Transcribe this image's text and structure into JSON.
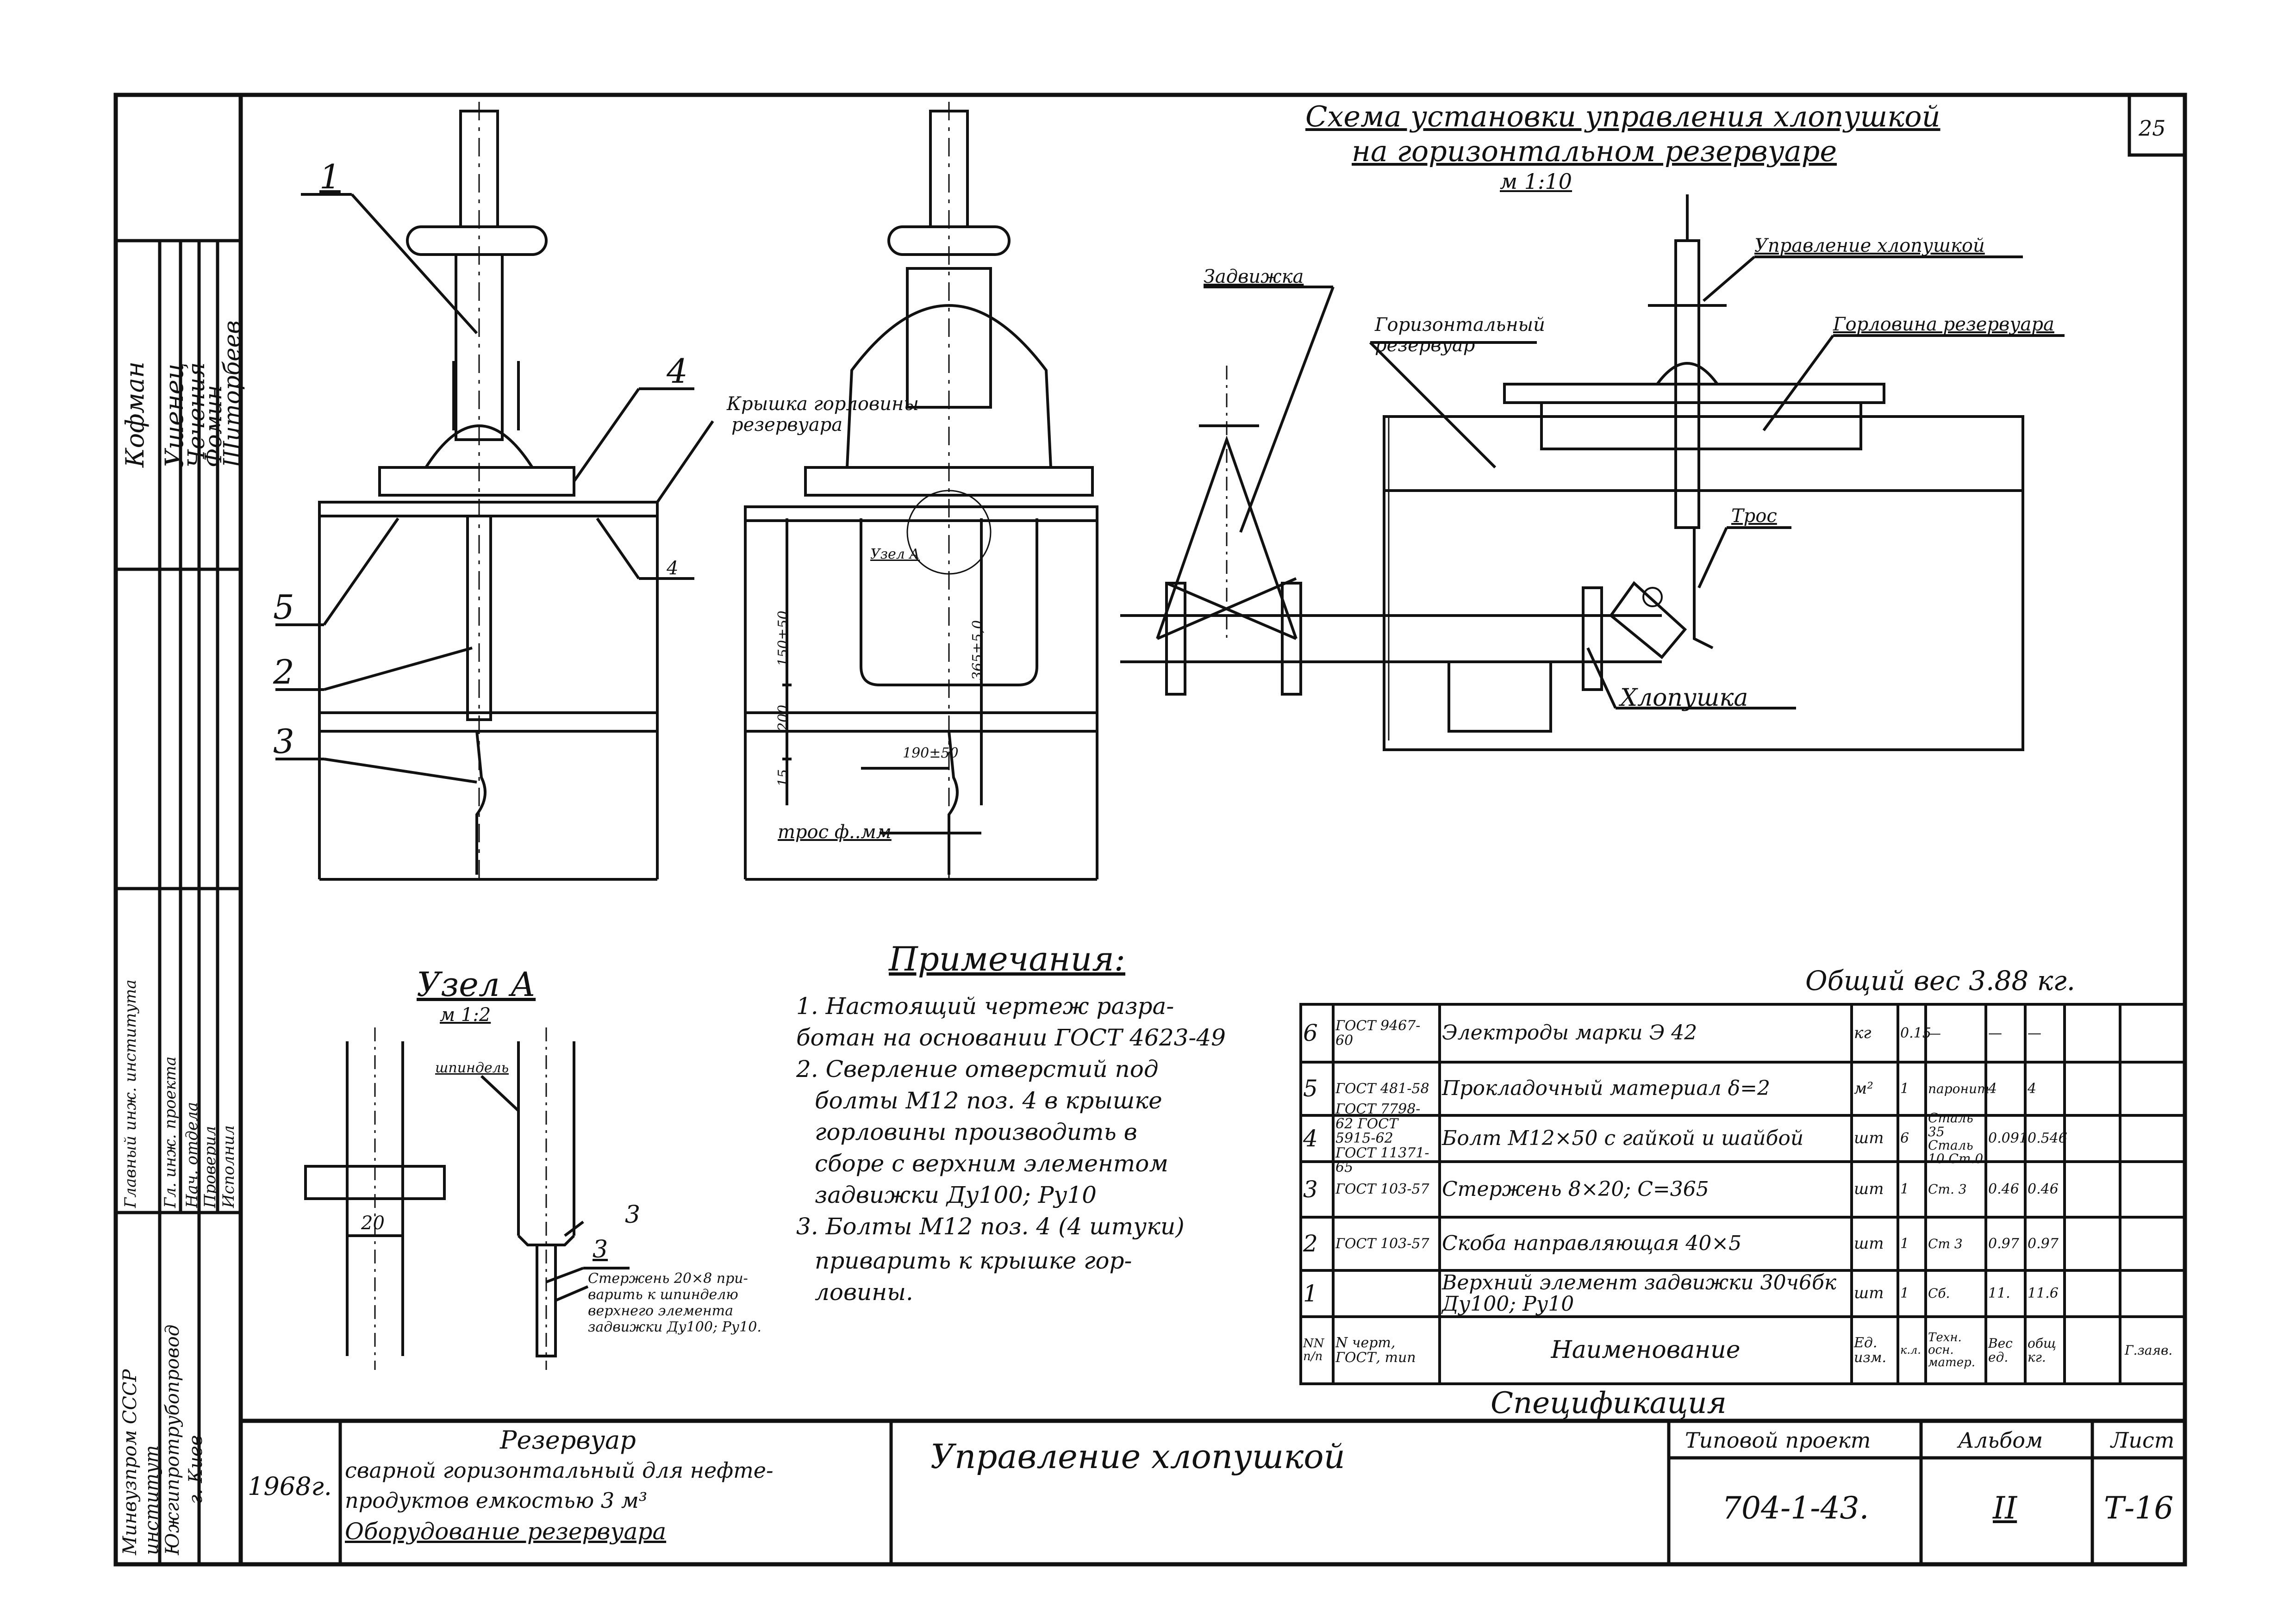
{
  "sheet_number": "25",
  "scheme": {
    "title_line1": "Схема установки управления хлопушкой",
    "title_line2": "на горизонтальном резервуаре",
    "scale": "м 1:10",
    "labels": {
      "zadvizhka": "Задвижка",
      "horiz_tank": "Горизонтальный резервуар",
      "control": "Управление хлопушкой",
      "neck": "Горловина резервуара",
      "rope": "Трос",
      "flap": "Хлопушка"
    }
  },
  "view1": {
    "pos1": "1",
    "pos4": "4",
    "pos5": "5",
    "pos2": "2",
    "pos3": "3",
    "cover_label_1": "Крышка горловины",
    "cover_label_2": "резервуара",
    "weld": "4"
  },
  "view2": {
    "node_a": "Узел А",
    "dim_150": "150±50",
    "dim_200": "200",
    "dim_15": "15",
    "dim_365": "365±5,0",
    "dim_190": "190±50",
    "rope_label": "трос ф..мм"
  },
  "detail": {
    "title": "Узел А",
    "scale": "м 1:2",
    "spindle": "шпиндель",
    "dim_20": "20",
    "weld": "3",
    "pos3": "3",
    "note_1": "Стержень 20×8 при-",
    "note_2": "варить к шпинделю",
    "note_3": "верхнего элемента",
    "note_4": "задвижки Ду100; Ру10."
  },
  "notes": {
    "title": "Примечания:",
    "lines": [
      "1. Настоящий чертеж разра-",
      "ботан на основании ГОСТ 4623-49",
      "2. Сверление отверстий под",
      "болты М12 поз. 4 в крышке",
      "горловины производить в",
      "сборе с верхним элементом",
      "задвижки Ду100; Ру10",
      "3. Болты М12 поз. 4 (4 штуки)",
      "приварить к крышке гор-",
      "ловины."
    ]
  },
  "spec": {
    "total_weight": "Общий вес 3.88 кг.",
    "caption": "Спецификация",
    "header": {
      "nn": "NN п/п",
      "gost": "N черт, ГОСТ, тип",
      "name": "Наименование",
      "unit": "Ед. изм.",
      "qty": "к.л.",
      "mat": "Техн. осн. матер.",
      "w1": "Вес ед.",
      "w2": "общ кг.",
      "note": "Г.заяв."
    },
    "rows": [
      {
        "n": "6",
        "gost": "ГОСТ 9467-60",
        "name": "Электроды марки Э 42",
        "unit": "кг",
        "qty": "0.15",
        "mat": "—",
        "w1": "—",
        "w2": "—"
      },
      {
        "n": "5",
        "gost": "ГОСТ 481-58",
        "name": "Прокладочный материал δ=2",
        "unit": "м²",
        "qty": "1",
        "mat": "паронит",
        "w1": "4",
        "w2": "4"
      },
      {
        "n": "4",
        "gost": "ГОСТ 7798-62 ГОСТ 5915-62 ГОСТ 11371-65",
        "name": "Болт М12×50 с гайкой и шайбой",
        "unit": "шт",
        "qty": "6",
        "mat": "Сталь 35 Сталь 10 Ст.0",
        "w1": "0.091",
        "w2": "0.546"
      },
      {
        "n": "3",
        "gost": "ГОСТ 103-57",
        "name": "Стержень 8×20; С=365",
        "unit": "шт",
        "qty": "1",
        "mat": "Ст. 3",
        "w1": "0.46",
        "w2": "0.46"
      },
      {
        "n": "2",
        "gost": "ГОСТ 103-57",
        "name": "Скоба направляющая 40×5",
        "unit": "шт",
        "qty": "1",
        "mat": "Ст 3",
        "w1": "0.97",
        "w2": "0.97"
      },
      {
        "n": "1",
        "gost": "",
        "name": "Верхний элемент задвижки 30ч6бк Ду100; Ру10",
        "unit": "шт",
        "qty": "1",
        "mat": "Сб.",
        "w1": "11.",
        "w2": "11.6"
      }
    ]
  },
  "left_stamp": {
    "names": [
      "Кофман",
      "Ушенец",
      "Чечения",
      "Фомин",
      "Шиторбеев"
    ],
    "roles": [
      "Главный инж. института",
      "Гл. инж. проекта",
      "Нач. отдела",
      "Проверил",
      "Исполнил"
    ],
    "org_1": "Минвузпром СССР",
    "org_2": "институт",
    "org_3": "Южгипротрубопровод",
    "org_4": "г. Киев"
  },
  "title_block": {
    "year": "1968г.",
    "desc_1": "Резервуар",
    "desc_2": "сварной горизонтальный для нефте-",
    "desc_3": "продуктов емкостью 3 м³",
    "desc_4": "Оборудование резервуара",
    "drawing_title": "Управление хлопушкой",
    "project_label": "Типовой проект",
    "project_no": "704-1-43.",
    "album_label": "Альбом",
    "album_no": "II",
    "sheet_label": "Лист",
    "sheet_no": "Т-16"
  }
}
